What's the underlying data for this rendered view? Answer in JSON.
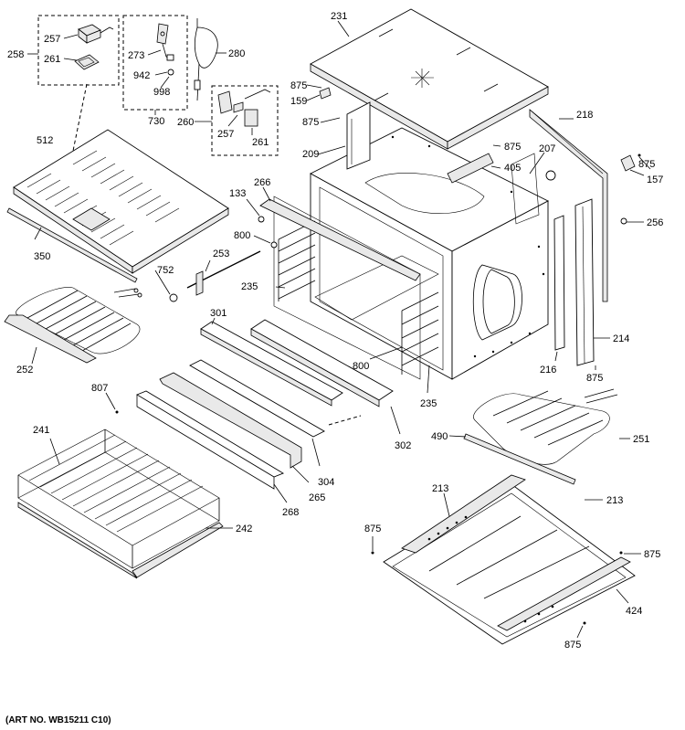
{
  "diagram": {
    "art_number": "(ART NO. WB15211 C10)",
    "callouts": {
      "231": "231",
      "875a": "875",
      "159": "159",
      "875b": "875",
      "209": "209",
      "218": "218",
      "875c": "875",
      "207": "207",
      "405": "405",
      "875d": "875",
      "157": "157",
      "256": "256",
      "266": "266",
      "133": "133",
      "800a": "800",
      "253": "253",
      "752": "752",
      "235a": "235",
      "301": "301",
      "214": "214",
      "216": "216",
      "875e": "875",
      "800b": "800",
      "235b": "235",
      "807": "807",
      "302": "302",
      "241": "241",
      "490": "490",
      "251": "251",
      "304": "304",
      "265": "265",
      "268": "268",
      "242": "242",
      "213a": "213",
      "213b": "213",
      "875f": "875",
      "875g": "875",
      "424": "424",
      "875h": "875",
      "258": "258",
      "257a": "257",
      "261a": "261",
      "273": "273",
      "942": "942",
      "998": "998",
      "730": "730",
      "280": "280",
      "260": "260",
      "257b": "257",
      "261b": "261",
      "512": "512",
      "350": "350",
      "252": "252"
    }
  }
}
